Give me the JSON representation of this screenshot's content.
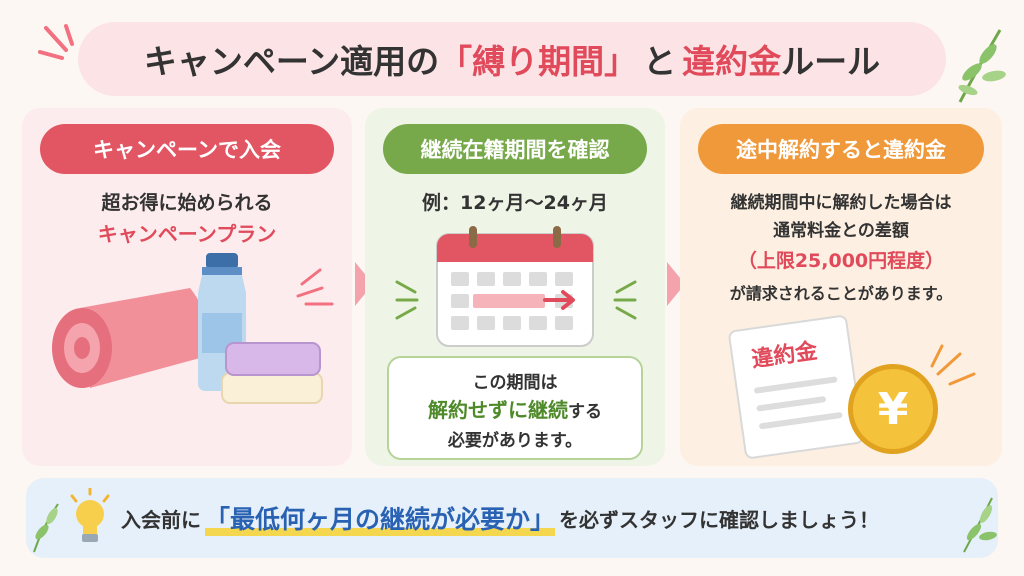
{
  "title": {
    "part1": "キャンペーン適用の",
    "highlight1": "「縛り期間」",
    "part2": "と",
    "highlight2": "違約金",
    "part3": "ルール"
  },
  "step1": {
    "badge": "キャンペーンで入会",
    "line1": "超お得に始められる",
    "line2": "キャンペーンプラン"
  },
  "step2": {
    "badge": "継続在籍期間を確認",
    "example": "例：12ヶ月〜24ヶ月",
    "note_line1": "この期間は",
    "note_emphasis": "解約せずに継続",
    "note_suffix": "する",
    "note_line3": "必要があります。"
  },
  "step3": {
    "badge": "途中解約すると違約金",
    "line1": "継続期間中に解約した場合は",
    "line2": "通常料金との差額",
    "line3": "（上限25,000円程度）",
    "line4": "が請求されることがあります。",
    "doc_label": "違約金",
    "coin_symbol": "¥"
  },
  "footer": {
    "prefix": "入会前に",
    "highlight": "「最低何ヶ月の継続が必要か」",
    "suffix": "を必ずスタッフに確認しましょう！"
  },
  "colors": {
    "accent_red": "#e14a5b",
    "green": "#77a94a",
    "orange": "#f0993a",
    "blue": "#2a62b3"
  },
  "icons": [
    "sparkle-icon",
    "leaf-icon",
    "towel-roll-icon",
    "water-bottle-icon",
    "folded-towels-icon",
    "calendar-icon",
    "arrow-right-icon",
    "document-icon",
    "yen-coin-icon",
    "lightbulb-icon"
  ]
}
